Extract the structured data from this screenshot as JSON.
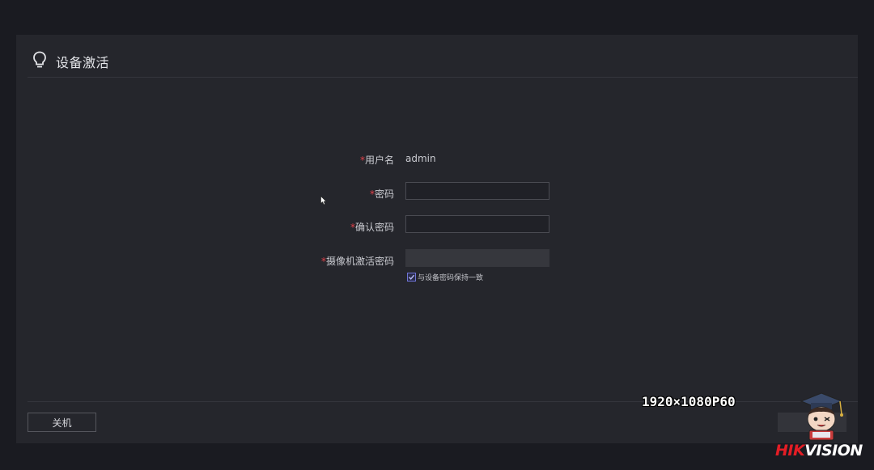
{
  "dialog": {
    "title": "设备激活",
    "header_icon": "lightbulb-icon"
  },
  "form": {
    "required_mark": "*",
    "username": {
      "label": "用户名",
      "value": "admin"
    },
    "password": {
      "label": "密码",
      "value": "",
      "placeholder": ""
    },
    "confirm_password": {
      "label": "确认密码",
      "value": "",
      "placeholder": ""
    },
    "camera_activation_password": {
      "label": "摄像机激活密码",
      "value": "",
      "disabled": true
    },
    "sync_checkbox": {
      "label": "与设备密码保持一致",
      "checked": true
    }
  },
  "footer": {
    "shutdown_label": "关机",
    "confirm_label": ""
  },
  "overlay": {
    "resolution_text": "1920×1080P60",
    "brand_part1": "HIK",
    "brand_part2": "VISION",
    "brand_color": "#e31d25"
  },
  "colors": {
    "background": "#1a1b21",
    "panel": "#25262c",
    "required": "#e0424a",
    "checkbox_accent": "#6f74d8"
  }
}
